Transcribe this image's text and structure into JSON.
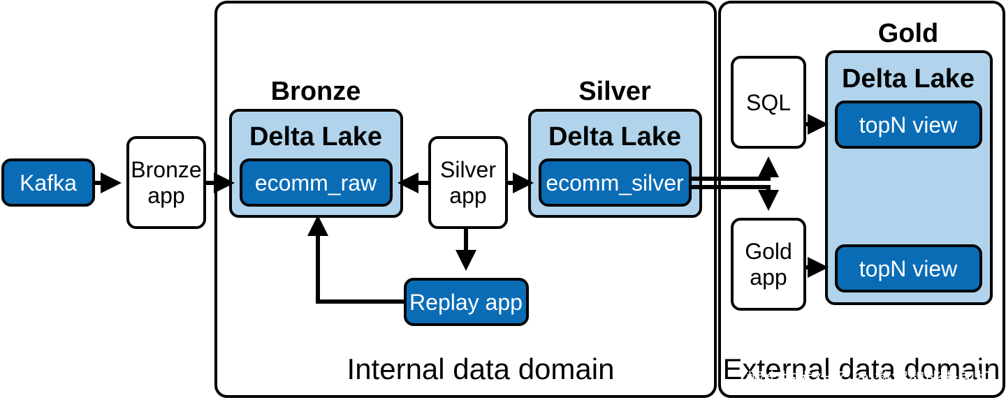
{
  "nodes": {
    "kafka": "Kafka",
    "bronze_app": [
      "Bronze",
      "app"
    ],
    "silver_app": [
      "Silver",
      "app"
    ],
    "gold_app": [
      "Gold",
      "app"
    ],
    "sql": "SQL",
    "replay_app": "Replay app",
    "ecomm_raw": "ecomm_raw",
    "ecomm_silver": "ecomm_silver",
    "topn_view_1": "topN view",
    "topn_view_2": "topN view"
  },
  "layers": {
    "bronze": "Bronze",
    "silver": "Silver",
    "gold": "Gold",
    "store_bronze": "Delta Lake",
    "store_silver": "Delta Lake",
    "store_gold": "Delta Lake"
  },
  "domains": {
    "internal": "Internal data domain",
    "external": "External data domain"
  },
  "watermark": "掘金技术社区 @ 数据智能老司机",
  "colors": {
    "dark_blue": "#0a6cb5",
    "light_blue": "#b1d4ec",
    "stroke": "#000000"
  }
}
